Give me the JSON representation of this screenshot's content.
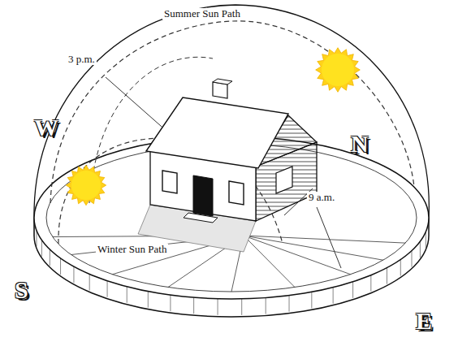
{
  "diagram": {
    "labels": [
      "Summer Sun Path",
      "3 p.m.",
      "9 a.m.",
      "Winter Sun Path",
      "W",
      "N",
      "S",
      "E"
    ]
  }
}
